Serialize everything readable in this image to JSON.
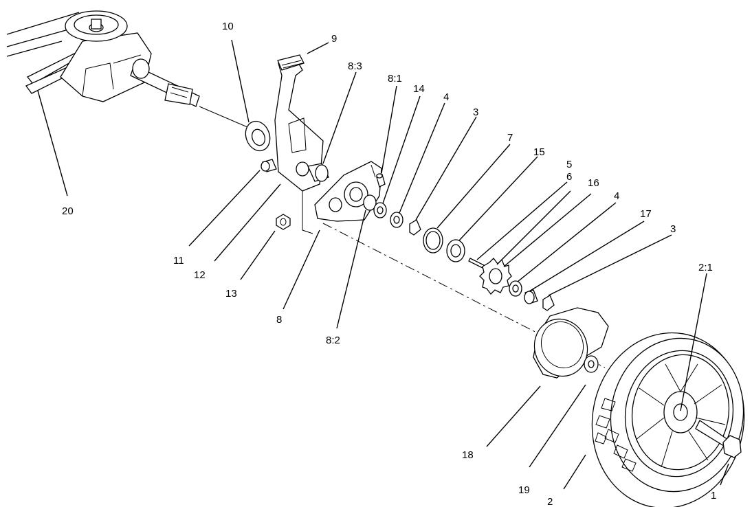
{
  "diagram": {
    "callouts": [
      {
        "id": "c20",
        "label": "20"
      },
      {
        "id": "c10",
        "label": "10"
      },
      {
        "id": "c9",
        "label": "9"
      },
      {
        "id": "c8-3",
        "label": "8:3"
      },
      {
        "id": "c8-1",
        "label": "8:1"
      },
      {
        "id": "c14",
        "label": "14"
      },
      {
        "id": "c4a",
        "label": "4"
      },
      {
        "id": "c3a",
        "label": "3"
      },
      {
        "id": "c7",
        "label": "7"
      },
      {
        "id": "c15",
        "label": "15"
      },
      {
        "id": "c5",
        "label": "5"
      },
      {
        "id": "c6",
        "label": "6"
      },
      {
        "id": "c16",
        "label": "16"
      },
      {
        "id": "c4b",
        "label": "4"
      },
      {
        "id": "c17",
        "label": "17"
      },
      {
        "id": "c3b",
        "label": "3"
      },
      {
        "id": "c2-1",
        "label": "2:1"
      },
      {
        "id": "c11",
        "label": "11"
      },
      {
        "id": "c12",
        "label": "12"
      },
      {
        "id": "c13",
        "label": "13"
      },
      {
        "id": "c8",
        "label": "8"
      },
      {
        "id": "c8-2",
        "label": "8:2"
      },
      {
        "id": "c18",
        "label": "18"
      },
      {
        "id": "c19",
        "label": "19"
      },
      {
        "id": "c2",
        "label": "2"
      },
      {
        "id": "c1",
        "label": "1"
      }
    ]
  }
}
